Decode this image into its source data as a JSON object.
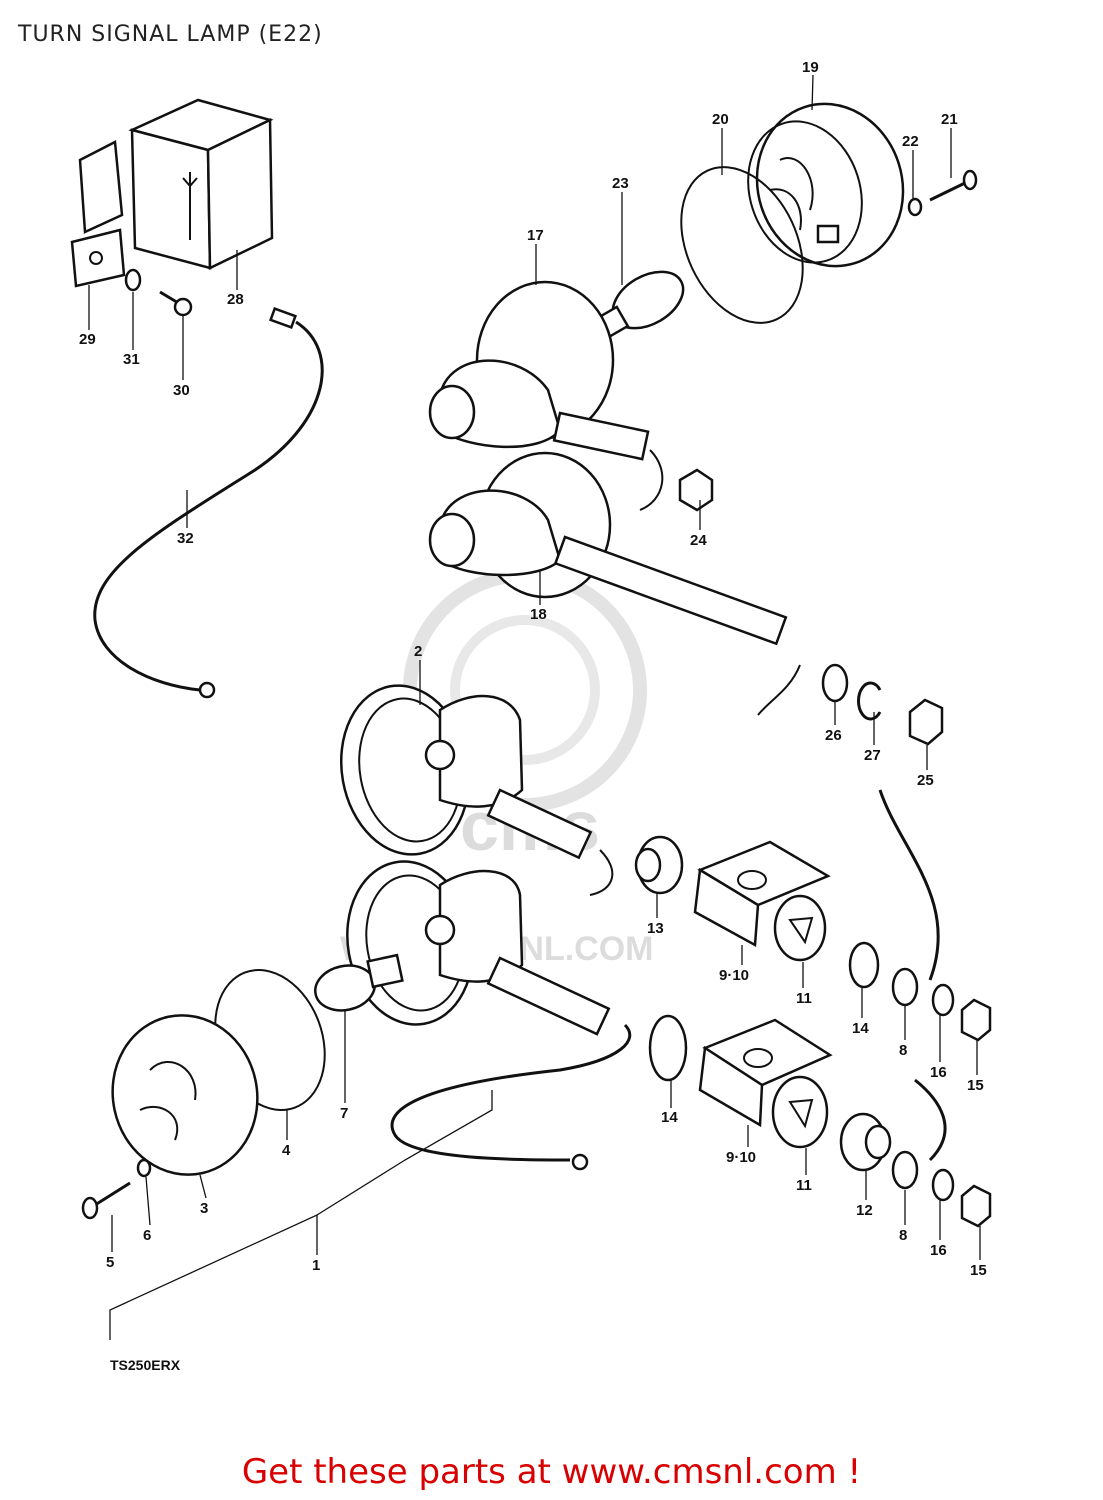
{
  "title": "TURN SIGNAL LAMP (E22)",
  "model_label": "TS250ERX",
  "watermark": "WWW.CMSNL.COM",
  "footer_text": "Get these parts at www.cmsnl.com !",
  "part_labels": [
    "19",
    "20",
    "21",
    "22",
    "23",
    "17",
    "28",
    "29",
    "31",
    "30",
    "32",
    "24",
    "18",
    "2",
    "26",
    "27",
    "25",
    "13",
    "9·10",
    "11",
    "14",
    "8",
    "16",
    "15",
    "7",
    "4",
    "3",
    "6",
    "5",
    "1",
    "12"
  ]
}
